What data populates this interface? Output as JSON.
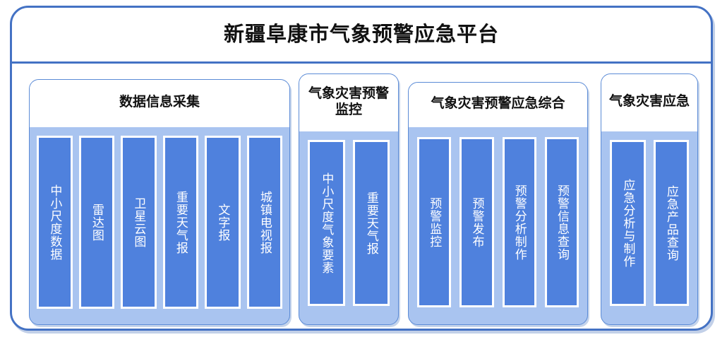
{
  "platform": {
    "title": "新疆阜康市气象预警应急平台",
    "frame_border_color": "#4472C4",
    "group_fill_color": "#A9C4F0",
    "item_fill_color": "#4F81DD",
    "item_text_color": "#FFFFFF"
  },
  "groups": [
    {
      "title": "数据信息采集",
      "items": [
        {
          "label": "中小尺度数据"
        },
        {
          "label": "雷达图"
        },
        {
          "label": "卫星云图"
        },
        {
          "label": "重要天气报"
        },
        {
          "label": "文字报"
        },
        {
          "label": "城镇电视报"
        }
      ]
    },
    {
      "title": "气象灾害预警监控",
      "items": [
        {
          "label": "中小尺度气象要素"
        },
        {
          "label": "重要天气报"
        }
      ]
    },
    {
      "title": "气象灾害预警应急综合",
      "items": [
        {
          "label": "预警监控"
        },
        {
          "label": "预警发布"
        },
        {
          "label": "预警分析制作"
        },
        {
          "label": "预警信息查询"
        }
      ]
    },
    {
      "title": "气象灾害应急",
      "items": [
        {
          "label": "应急分析与制作"
        },
        {
          "label": "应急产品查询"
        }
      ]
    }
  ]
}
